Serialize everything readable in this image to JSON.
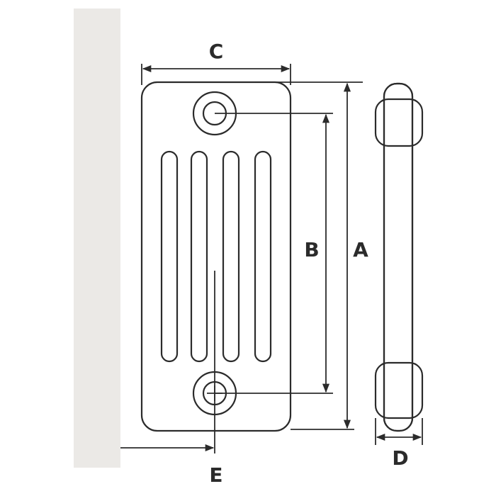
{
  "colors": {
    "wall": "#ebe9e6",
    "line": "#2b2b2b",
    "background": "#ffffff"
  },
  "labels": {
    "A": "A",
    "B": "B",
    "C": "C",
    "D": "D",
    "E": "E"
  },
  "parts": {
    "wall": "wall-panel",
    "front_view": "radiator-front-view",
    "side_view": "radiator-side-view",
    "column_slots": 4
  }
}
